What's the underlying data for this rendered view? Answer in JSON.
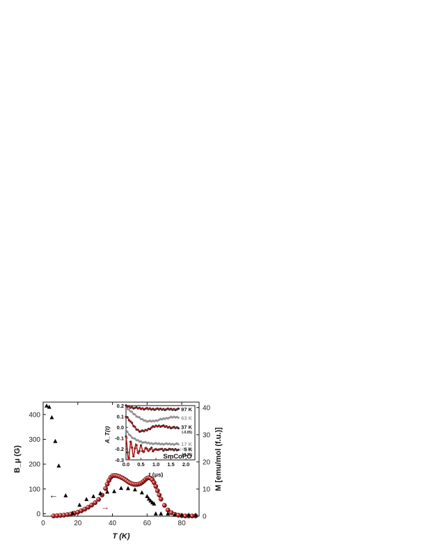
{
  "chart_data": [
    {
      "type": "scatter",
      "xlabel": "T (K)",
      "ylabel_left": "B_μ (G)",
      "ylabel_right": "M [emu/mol (f.u.)]",
      "xlim": [
        0,
        90
      ],
      "ylim_left": [
        -10,
        450
      ],
      "ylim_right": [
        0,
        42
      ],
      "xticks": [
        0,
        20,
        40,
        60,
        80
      ],
      "yticks_left": [
        0,
        100,
        200,
        300,
        400
      ],
      "yticks_right": [
        0,
        10,
        20,
        30,
        40
      ],
      "series": [
        {
          "axis": "left",
          "color": "#000000",
          "marker": "triangle",
          "x": [
            2,
            3.5,
            5,
            7,
            9,
            13,
            17,
            21,
            25,
            29,
            33,
            37,
            41,
            45,
            49,
            53,
            57,
            60,
            61,
            62,
            63,
            64,
            65,
            68,
            72,
            76,
            80,
            84,
            88
          ],
          "y": [
            435,
            430,
            388,
            292,
            193,
            73,
            3,
            35,
            58,
            70,
            82,
            88,
            90,
            103,
            102,
            97,
            85,
            70,
            60,
            52,
            45,
            40,
            0,
            0,
            0,
            -5,
            -5,
            -5,
            -5
          ]
        },
        {
          "axis": "right",
          "color": "#b51c1c",
          "marker": "sphere",
          "x": [
            6,
            8,
            10,
            12,
            14,
            16,
            18,
            20,
            22,
            24,
            26,
            28,
            30,
            32,
            34,
            36,
            37,
            38,
            39,
            40,
            41,
            42,
            43,
            44,
            45,
            46,
            47,
            48,
            49,
            50,
            51,
            52,
            53,
            54,
            55,
            56,
            57,
            58,
            59,
            60,
            61,
            62,
            63,
            64,
            65,
            66,
            67,
            68,
            70,
            72,
            74,
            76,
            78,
            80,
            82,
            84,
            86,
            88
          ],
          "y": [
            0.1,
            0.2,
            0.3,
            0.4,
            0.6,
            0.8,
            1.1,
            1.5,
            2.0,
            2.6,
            3.3,
            4.1,
            5.0,
            6.2,
            7.8,
            10.2,
            11.8,
            13.2,
            14.3,
            14.9,
            15.0,
            15.0,
            14.8,
            14.6,
            14.3,
            14.0,
            13.6,
            13.2,
            12.7,
            12.3,
            12.0,
            11.8,
            11.7,
            11.7,
            11.8,
            12.0,
            12.4,
            12.9,
            13.5,
            14.0,
            14.2,
            14.0,
            13.4,
            12.4,
            11.0,
            9.4,
            7.8,
            6.3,
            4.0,
            2.3,
            1.3,
            0.7,
            0.4,
            0.2,
            0.1,
            0.1,
            0.1,
            0.1
          ]
        }
      ],
      "annotations": [
        {
          "text": "←",
          "target": "left axis"
        },
        {
          "text": "→",
          "target": "right axis"
        }
      ]
    },
    {
      "type": "line",
      "xlabel": "t (μs)",
      "ylabel": "A_T(t)",
      "xlim": [
        0,
        2.3
      ],
      "ylim": [
        -0.3,
        0.2
      ],
      "xticks": [
        0.0,
        0.5,
        1.0,
        1.5,
        2.0
      ],
      "yticks": [
        -0.3,
        -0.2,
        -0.1,
        0.0,
        0.1,
        0.2
      ],
      "inset_title": "SmCoPO",
      "series": [
        {
          "name": "97 K",
          "offset": "",
          "color": "#b51c1c",
          "label_color": "#111111",
          "base": 0.165,
          "amp": 0.03,
          "freq": 0.0,
          "decay": 2.5
        },
        {
          "name": "63 K",
          "offset": "",
          "color": "#8c8c8c",
          "label_color": "#9a9a9a",
          "base": 0.085,
          "amp": 0.09,
          "freq": 0.55,
          "decay": 1.3
        },
        {
          "name": "37 K",
          "offset": "(-0.05)",
          "color": "#b51c1c",
          "label_color": "#111111",
          "base": 0.0,
          "amp": 0.1,
          "freq": 0.85,
          "decay": 1.8
        },
        {
          "name": "17 K",
          "offset": "(-0.175)",
          "color": "#8c8c8c",
          "label_color": "#9a9a9a",
          "base": -0.155,
          "amp": 0.13,
          "freq": 0.0,
          "decay": 3.5
        },
        {
          "name": "5 K",
          "offset": "(-0.25)",
          "color": "#b51c1c",
          "label_color": "#111111",
          "base": -0.205,
          "amp": 0.12,
          "freq": 6.0,
          "decay": 2.5
        }
      ]
    }
  ]
}
